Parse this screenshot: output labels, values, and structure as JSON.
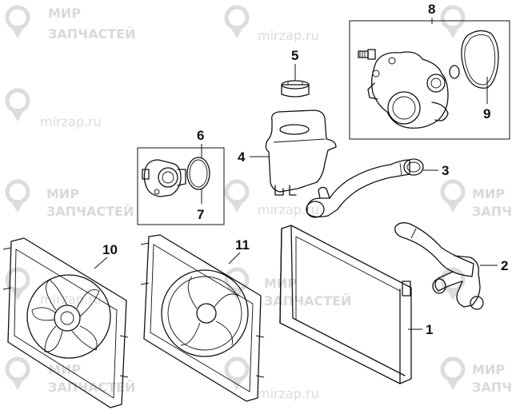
{
  "watermark": {
    "brand_line1": "МИР",
    "brand_line2": "ЗАПЧАСТЕЙ",
    "url": "mirzap.ru",
    "color": "#d9d9d9"
  },
  "callouts": {
    "c1": "1",
    "c2": "2",
    "c3": "3",
    "c4": "4",
    "c5": "5",
    "c6": "6",
    "c7": "7",
    "c8": "8",
    "c9": "9",
    "c10": "10",
    "c11": "11"
  },
  "colors": {
    "line": "#111111",
    "background": "#ffffff"
  }
}
